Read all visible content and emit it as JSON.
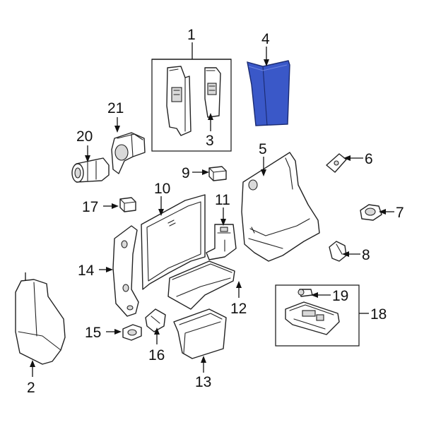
{
  "accent_color": "#3a58c8",
  "callouts": [
    {
      "id": "1",
      "label": "1"
    },
    {
      "id": "2",
      "label": "2"
    },
    {
      "id": "3",
      "label": "3"
    },
    {
      "id": "4",
      "label": "4"
    },
    {
      "id": "5",
      "label": "5"
    },
    {
      "id": "6",
      "label": "6"
    },
    {
      "id": "7",
      "label": "7"
    },
    {
      "id": "8",
      "label": "8"
    },
    {
      "id": "9",
      "label": "9"
    },
    {
      "id": "10",
      "label": "10"
    },
    {
      "id": "11",
      "label": "11"
    },
    {
      "id": "12",
      "label": "12"
    },
    {
      "id": "13",
      "label": "13"
    },
    {
      "id": "14",
      "label": "14"
    },
    {
      "id": "15",
      "label": "15"
    },
    {
      "id": "16",
      "label": "16"
    },
    {
      "id": "17",
      "label": "17"
    },
    {
      "id": "18",
      "label": "18"
    },
    {
      "id": "19",
      "label": "19"
    },
    {
      "id": "20",
      "label": "20"
    },
    {
      "id": "21",
      "label": "21"
    }
  ]
}
